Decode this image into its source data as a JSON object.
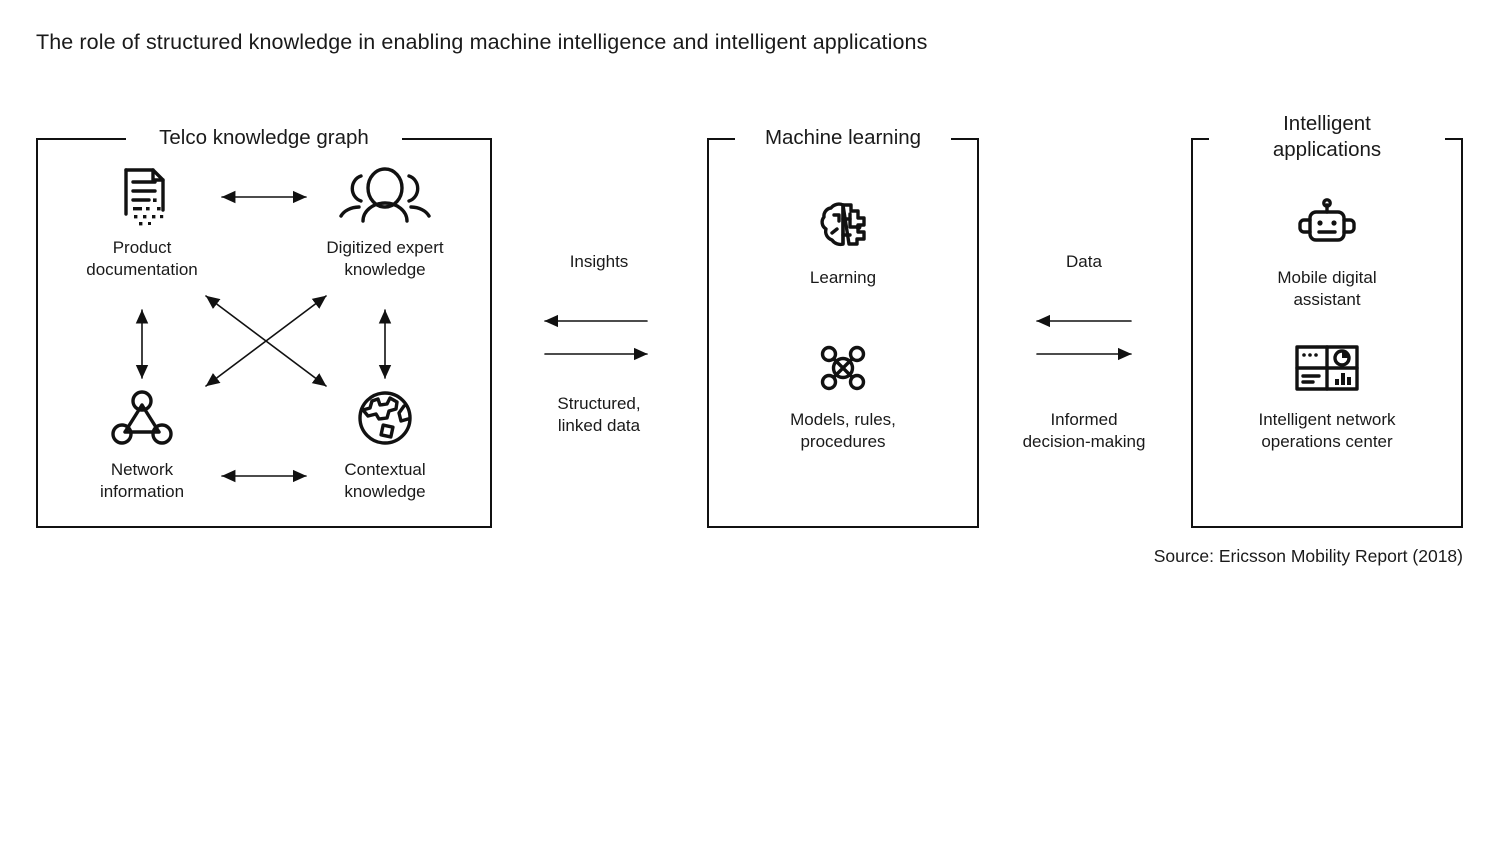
{
  "page": {
    "title": "The role of structured knowledge in enabling machine intelligence and intelligent applications",
    "source": "Source: Ericsson Mobility Report (2018)",
    "background": "#ffffff",
    "ink": "#111111"
  },
  "diagram": {
    "type": "flow-diagram",
    "boxes": [
      {
        "id": "telco-knowledge-graph",
        "title": "Telco knowledge graph",
        "nodes": [
          {
            "id": "product-documentation",
            "label": "Product\ndocumentation",
            "icon": "document-icon"
          },
          {
            "id": "digitized-expert-knowledge",
            "label": "Digitized expert\nknowledge",
            "icon": "people-group-icon"
          },
          {
            "id": "network-information",
            "label": "Network\ninformation",
            "icon": "network-nodes-icon"
          },
          {
            "id": "contextual-knowledge",
            "label": "Contextual\nknowledge",
            "icon": "globe-icon"
          }
        ],
        "internal_links": [
          {
            "from": "product-documentation",
            "to": "digitized-expert-knowledge",
            "style": "double-arrow-horizontal"
          },
          {
            "from": "product-documentation",
            "to": "network-information",
            "style": "double-arrow-vertical"
          },
          {
            "from": "digitized-expert-knowledge",
            "to": "contextual-knowledge",
            "style": "double-arrow-vertical"
          },
          {
            "from": "network-information",
            "to": "contextual-knowledge",
            "style": "double-arrow-horizontal"
          },
          {
            "from": "product-documentation",
            "to": "contextual-knowledge",
            "style": "double-arrow-diagonal"
          },
          {
            "from": "network-information",
            "to": "digitized-expert-knowledge",
            "style": "double-arrow-diagonal"
          }
        ]
      },
      {
        "id": "machine-learning",
        "title": "Machine learning",
        "nodes": [
          {
            "id": "learning",
            "label": "Learning",
            "icon": "brain-circuit-icon"
          },
          {
            "id": "models-rules-procedures",
            "label": "Models, rules,\nprocedures",
            "icon": "node-cluster-icon"
          }
        ]
      },
      {
        "id": "intelligent-applications",
        "title": "Intelligent\napplications",
        "nodes": [
          {
            "id": "mobile-digital-assistant",
            "label": "Mobile digital\nassistant",
            "icon": "robot-icon"
          },
          {
            "id": "intelligent-network-operations-center",
            "label": "Intelligent network\noperations center",
            "icon": "dashboard-icon"
          }
        ]
      }
    ],
    "connectors": [
      {
        "id": "kg-ml",
        "between": [
          "telco-knowledge-graph",
          "machine-learning"
        ],
        "top_label": "Insights",
        "top_direction": "left",
        "bottom_label": "Structured,\nlinked data",
        "bottom_direction": "right"
      },
      {
        "id": "ml-apps",
        "between": [
          "machine-learning",
          "intelligent-applications"
        ],
        "top_label": "Data",
        "top_direction": "left",
        "bottom_label": "Informed\ndecision-making",
        "bottom_direction": "right"
      }
    ]
  }
}
